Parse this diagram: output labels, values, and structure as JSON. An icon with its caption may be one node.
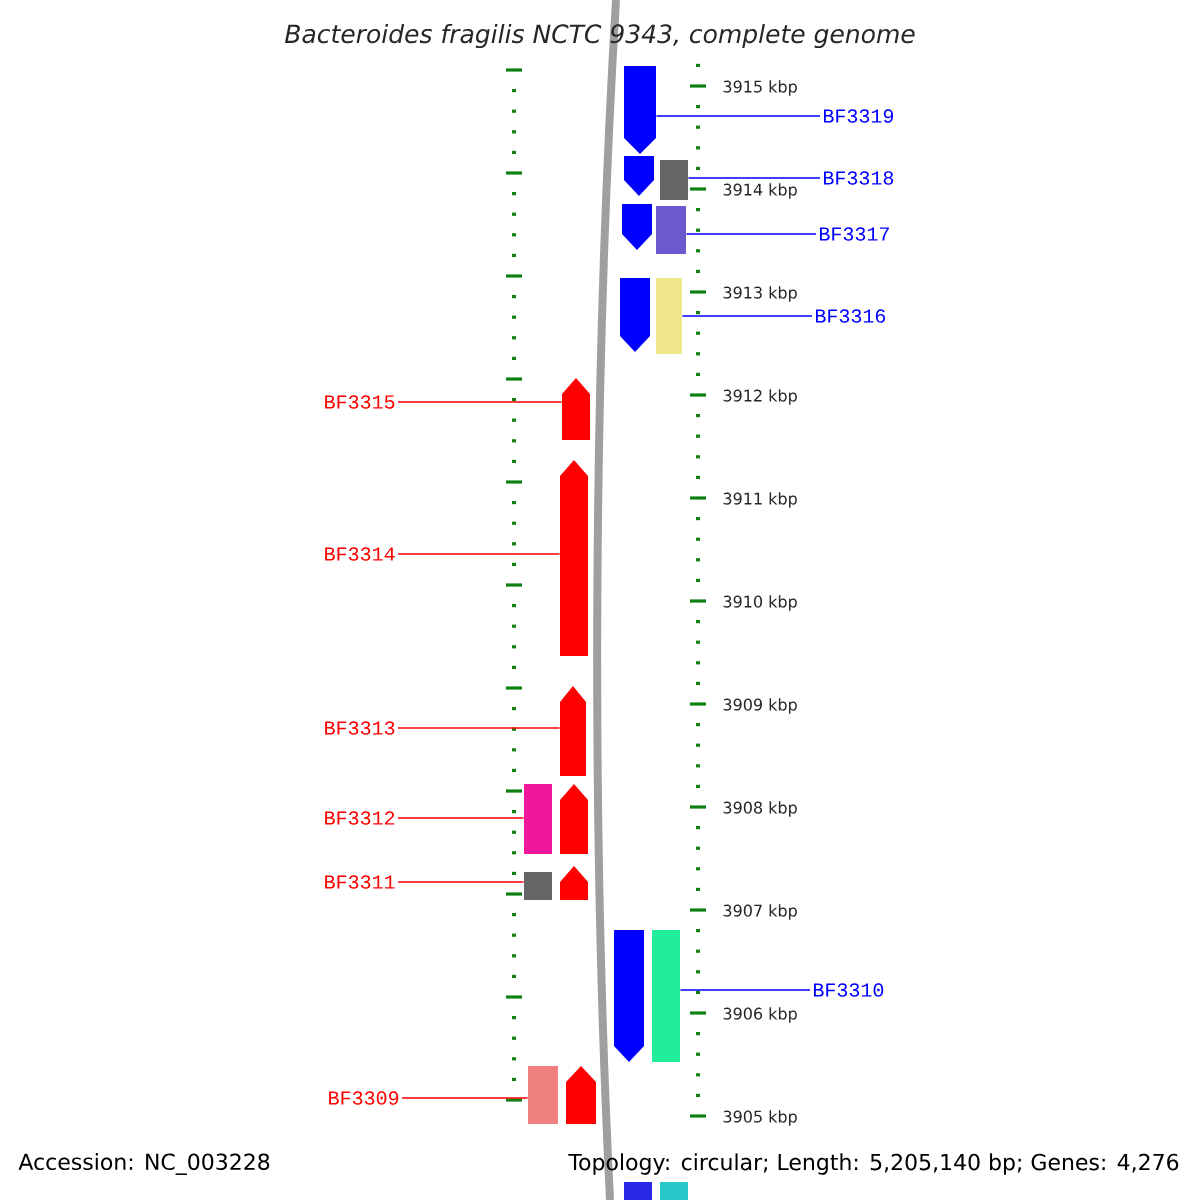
{
  "diagram": {
    "title": "Bacteroides fragilis NCTC 9343, complete genome",
    "nodes": [
      {
        "text": [
          "BF3319"
        ]
      },
      {
        "text": [
          "BF3318"
        ]
      },
      {
        "text": [
          "BF3317"
        ]
      },
      {
        "text": [
          "BF3316"
        ]
      },
      {
        "text": [
          "BF3315"
        ]
      },
      {
        "text": [
          "BF3314"
        ]
      },
      {
        "text": [
          "BF3313"
        ]
      },
      {
        "text": [
          "BF3312"
        ]
      },
      {
        "text": [
          "BF3311"
        ]
      },
      {
        "text": [
          "BF3310"
        ]
      },
      {
        "text": [
          "BF3309"
        ]
      },
      {
        "text": [],
        "shape": "arrow"
      },
      {
        "text": [],
        "shape": "arrow"
      },
      {
        "text": [],
        "shape": "arrow"
      },
      {
        "text": [],
        "shape": "arrow"
      },
      {
        "text": [],
        "shape": "arrow"
      },
      {
        "text": [],
        "shape": "arrow"
      },
      {
        "text": [],
        "shape": "arrow"
      },
      {
        "text": [],
        "shape": "arrow"
      },
      {
        "text": [],
        "shape": "arrow"
      },
      {
        "text": [],
        "shape": "arrow"
      },
      {
        "text": [],
        "shape": "arrow"
      }
    ],
    "edges": [
      {
        "from": 0,
        "to": 11,
        "arrow": "none",
        "color": "#0000ff"
      },
      {
        "from": 1,
        "to": 12,
        "arrow": "none",
        "color": "#0000ff"
      },
      {
        "from": 2,
        "to": 13,
        "arrow": "none",
        "color": "#0000ff"
      },
      {
        "from": 3,
        "to": 14,
        "arrow": "none",
        "color": "#0000ff"
      },
      {
        "from": 4,
        "to": 15,
        "arrow": "none"
      },
      {
        "from": 5,
        "to": 16,
        "arrow": "none"
      },
      {
        "from": 6,
        "to": 17,
        "arrow": "none"
      },
      {
        "from": 7,
        "to": 18,
        "arrow": "none"
      },
      {
        "from": 8,
        "to": 19,
        "arrow": "none"
      },
      {
        "from": 9,
        "to": 20,
        "arrow": "none",
        "color": "#0000ff"
      },
      {
        "from": 10,
        "to": 21,
        "arrow": "none"
      }
    ],
    "labels": [
      "3915 kbp",
      "3914 kbp",
      "3913 kbp",
      "3912 kbp",
      "3911 kbp",
      "3910 kbp",
      "3909 kbp",
      "3908 kbp",
      "3907 kbp",
      "3906 kbp",
      "3905 kbp",
      "Accession: NC_003228",
      "Topology: circular; Length: 5,205,140 bp; Genes: 4,276"
    ]
  }
}
